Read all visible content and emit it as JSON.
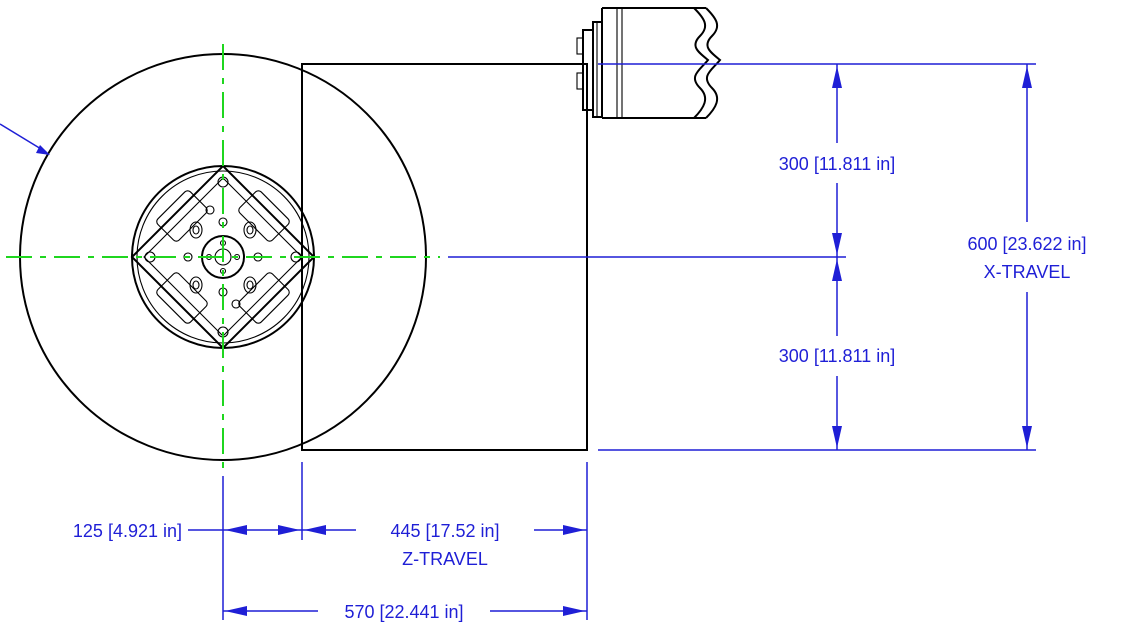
{
  "colors": {
    "dimension": "#1f1fd6",
    "outline": "#000000",
    "centerline": "#1fd61f",
    "background": "#ffffff"
  },
  "dimensions": {
    "upper_half": "300 [11.811 in]",
    "lower_half": "300 [11.811 in]",
    "x_total": "600 [23.622 in]",
    "x_label": "X-TRAVEL",
    "offset": "125 [4.921 in]",
    "z_total": "445 [17.52 in]",
    "z_label": "Z-TRAVEL",
    "overall": "570 [22.441 in]"
  }
}
